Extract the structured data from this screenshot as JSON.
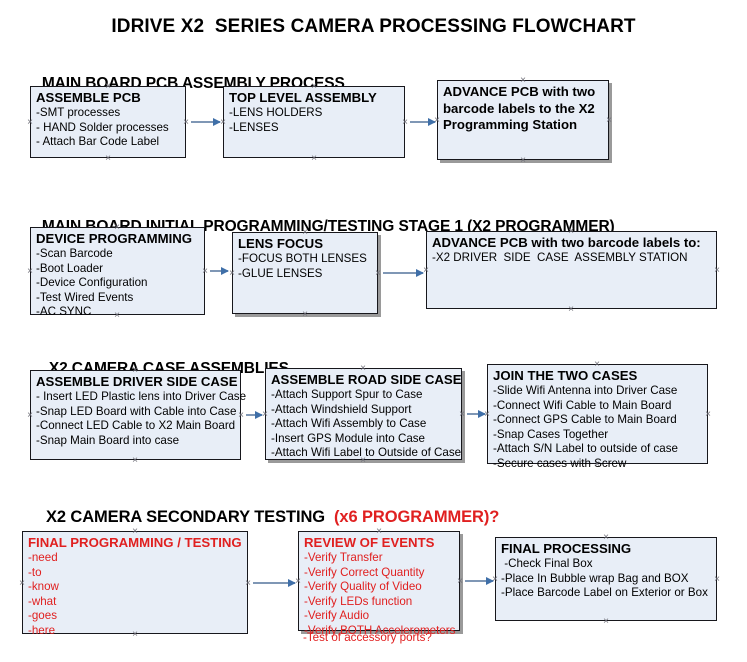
{
  "document": {
    "title": "IDRIVE X2  SERIES CAMERA PROCESSING FLOWCHART"
  },
  "sections": [
    {
      "id": "main-board-pcb-assembly",
      "heading": "MAIN BOARD PCB ASSEMBLY PROCESS",
      "heading_accent": "",
      "nodes": [
        {
          "id": "assemble-pcb",
          "title": "ASSEMBLE PCB",
          "lines": [
            "-SMT processes",
            "- HAND Solder processes",
            "- Attach Bar Code Label"
          ]
        },
        {
          "id": "top-level-assembly",
          "title": "TOP LEVEL ASSEMBLY",
          "lines": [
            "-LENS HOLDERS",
            "-LENSES"
          ]
        },
        {
          "id": "advance-pcb-to-x2-programming-station",
          "title": "ADVANCE PCB with two barcode labels to the  X2 Programming Station",
          "lines": []
        }
      ]
    },
    {
      "id": "main-board-initial-programming",
      "heading": "MAIN BOARD INITIAL PROGRAMMING/TESTING STAGE 1 (X2 PROGRAMMER)",
      "heading_accent": "",
      "nodes": [
        {
          "id": "device-programming",
          "title": "DEVICE PROGRAMMING",
          "lines": [
            "-Scan Barcode",
            "-Boot Loader",
            "-Device Configuration",
            "-Test Wired Events",
            "-AC SYNC"
          ]
        },
        {
          "id": "lens-focus",
          "title": "LENS FOCUS",
          "lines": [
            "-FOCUS BOTH LENSES",
            "-GLUE LENSES"
          ]
        },
        {
          "id": "advance-pcb-to-driver-side-case-station",
          "title": "ADVANCE PCB with two barcode labels to:",
          "lines": [
            "-X2 DRIVER  SIDE  CASE  ASSEMBLY STATION"
          ]
        }
      ]
    },
    {
      "id": "x2-camera-case-assemblies",
      "heading": "X2 CAMERA CASE ASSEMBLIES",
      "heading_accent": "",
      "nodes": [
        {
          "id": "assemble-driver-side-case",
          "title": "ASSEMBLE DRIVER SIDE CASE",
          "lines": [
            "- Insert LED Plastic lens into Driver Case",
            "-Snap LED Board with Cable into Case",
            "-Connect LED Cable to X2 Main Board",
            "-Snap Main Board into case"
          ]
        },
        {
          "id": "assemble-road-side-case",
          "title": "ASSEMBLE ROAD SIDE CASE",
          "lines": [
            "-Attach Support Spur to Case",
            "-Attach Windshield Support",
            "-Attach Wifi Assembly to Case",
            "-Insert GPS Module into Case",
            "-Attach Wifi Label to Outside of Case"
          ]
        },
        {
          "id": "join-the-two-cases",
          "title": "JOIN THE TWO CASES",
          "lines": [
            "-Slide Wifi Antenna into Driver Case",
            "-Connect Wifi Cable to Main Board",
            "-Connect GPS Cable to Main Board",
            "-Snap Cases Together",
            "-Attach S/N Label to outside of case",
            "-Secure cases with Screw"
          ]
        }
      ]
    },
    {
      "id": "x2-camera-secondary-testing",
      "heading": "X2 CAMERA SECONDARY TESTING ",
      "heading_accent": " (x6 PROGRAMMER)?",
      "nodes": [
        {
          "id": "final-programming-testing",
          "title": "FINAL PROGRAMMING / TESTING",
          "lines": [
            "-need",
            "-to",
            "-know",
            "-what",
            "-goes",
            "-here"
          ]
        },
        {
          "id": "review-of-events",
          "title": "REVIEW OF EVENTS",
          "lines": [
            "-Verify Transfer",
            "-Verify Correct Quantity",
            "-Verify Quality of Video",
            "-Verify LEDs function",
            "-Verify Audio",
            "-Verify BOTH Accelerometers"
          ],
          "overflow_line": "-Test of accessory ports?"
        },
        {
          "id": "final-processing",
          "title": "FINAL PROCESSING",
          "lines": [
            " -Check Final Box",
            "-Place In Bubble wrap Bag and BOX",
            "-Place Barcode Label on Exterior or Box"
          ]
        }
      ]
    }
  ],
  "colors": {
    "node_fill": "#e8eef7",
    "node_border": "#17171c",
    "arrow": "#7f97b5",
    "arrow_head": "#3f6fa8",
    "accent_red": "#e02020",
    "handle": "#6f6f78",
    "shadow": "#9a9a9a"
  }
}
